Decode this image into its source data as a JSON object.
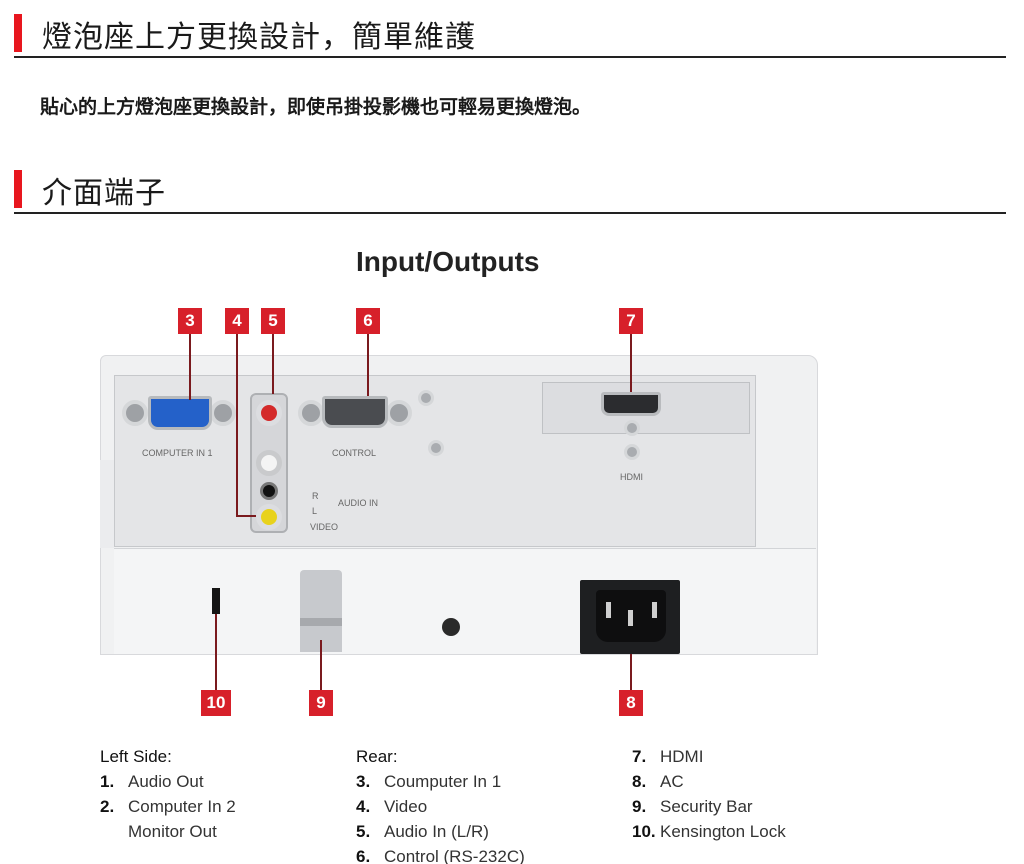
{
  "sections": {
    "lamp": {
      "title": "燈泡座上方更換設計，簡單維護",
      "description": "貼心的上方燈泡座更換設計，即使吊掛投影機也可輕易更換燈泡。"
    },
    "interface": {
      "title": "介面端子"
    }
  },
  "diagram": {
    "title": "Input/Outputs",
    "port_labels": {
      "computer_in": "COMPUTER IN 1",
      "control": "CONTROL",
      "hdmi": "HDMI",
      "audio_in": "AUDIO IN",
      "video": "VIDEO",
      "r": "R",
      "l": "L"
    },
    "callouts": {
      "c3": "3",
      "c4": "4",
      "c5": "5",
      "c6": "6",
      "c7": "7",
      "c8": "8",
      "c9": "9",
      "c10": "10"
    }
  },
  "legend": {
    "left_side": {
      "heading": "Left Side:",
      "items": [
        {
          "num": "1.",
          "label": "Audio Out"
        },
        {
          "num": "2.",
          "label": "Computer In 2"
        }
      ],
      "continuation": "Monitor Out"
    },
    "rear": {
      "heading": "Rear:",
      "items": [
        {
          "num": "3.",
          "label": "Coumputer In 1"
        },
        {
          "num": "4.",
          "label": "Video"
        },
        {
          "num": "5.",
          "label": "Audio In (L/R)"
        },
        {
          "num": "6.",
          "label": "Control (RS-232C)"
        }
      ]
    },
    "right": {
      "items": [
        {
          "num": "7.",
          "label": "HDMI"
        },
        {
          "num": "8.",
          "label": "AC"
        },
        {
          "num": "9.",
          "label": "Security Bar"
        },
        {
          "num": "10.",
          "label": "Kensington Lock"
        }
      ]
    }
  },
  "colors": {
    "accent": "#e8161e",
    "callout": "#d7202a",
    "vga_blue": "#2461c9",
    "rca_red": "#d42a2a",
    "rca_white": "#f4f4f4",
    "rca_yellow": "#e8d21c"
  }
}
